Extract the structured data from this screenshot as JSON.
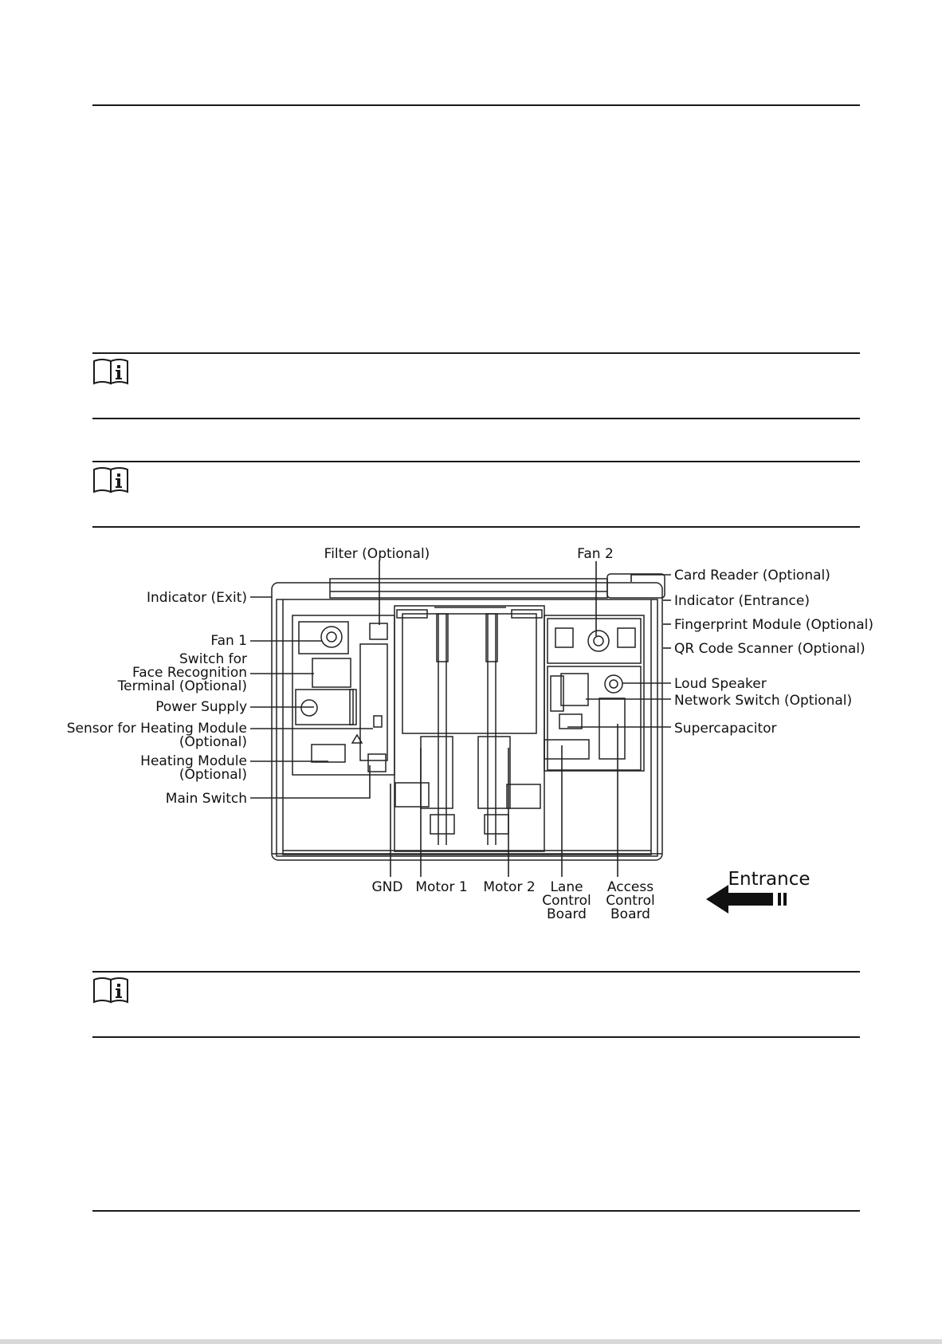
{
  "colors": {
    "rule": "#1a1a1a",
    "line": "#222222",
    "text": "#111111"
  },
  "icons": {
    "note": "info-book-icon",
    "entrance_arrow": "arrow-left-icon"
  },
  "diagram": {
    "labels": {
      "filter": "Filter (Optional)",
      "fan2": "Fan 2",
      "card_reader": "Card Reader (Optional)",
      "indicator_exit": "Indicator (Exit)",
      "indicator_entrance": "Indicator (Entrance)",
      "fingerprint": "Fingerprint Module (Optional)",
      "fan1": "Fan 1",
      "qr_scanner": "QR Code Scanner (Optional)",
      "switch_face": [
        "Switch for",
        "Face Recognition",
        "Terminal (Optional)"
      ],
      "loud_speaker": "Loud Speaker",
      "network_switch": "Network Switch (Optional)",
      "power_supply": "Power Supply",
      "sensor_heating": [
        "Sensor for Heating Module",
        "(Optional)"
      ],
      "supercapacitor": "Supercapacitor",
      "heating_module": [
        "Heating Module",
        "(Optional)"
      ],
      "main_switch": "Main Switch",
      "gnd": "GND",
      "motor1": "Motor 1",
      "motor2": "Motor 2",
      "lane_control": [
        "Lane",
        "Control",
        "Board"
      ],
      "access_control": [
        "Access",
        "Control",
        "Board"
      ],
      "entrance": "Entrance"
    }
  }
}
